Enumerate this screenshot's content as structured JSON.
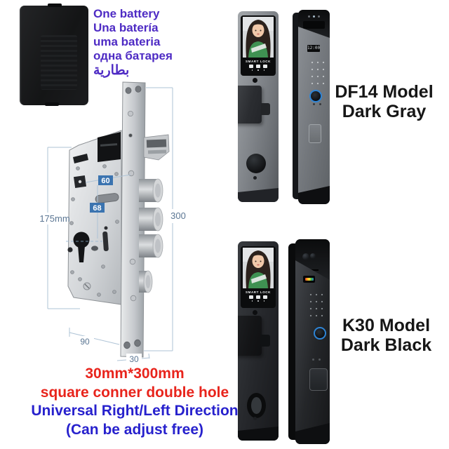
{
  "colors": {
    "battery_text": "#4e2bc4",
    "caption_red": "#e8241c",
    "caption_blue": "#2721cd",
    "dim_label_box": "#3b74b0",
    "dim_text": "#5b7693",
    "fingerprint_ring": "#2e84d5",
    "df14_body": "#74787d",
    "k30_body": "#242629"
  },
  "battery": {
    "lines": [
      "One battery",
      "Una batería",
      "uma bateria",
      "одна батарея",
      "بطارية"
    ]
  },
  "diagram": {
    "labels": {
      "backset": "60",
      "center_distance": "68",
      "body_height": "175mm",
      "faceplate_height": "300",
      "body_width": "90",
      "faceplate_width": "30"
    }
  },
  "caption": {
    "size": "30mm*300mm",
    "hole": "square conner double hole",
    "direction": "Universal Right/Left Direction",
    "adjust": "(Can be adjust free)"
  },
  "products": {
    "df14": {
      "title": "DF14 Model",
      "subtitle": "Dark Gray",
      "screen_brand": "SMART LOCK",
      "display_time": "12:00"
    },
    "k30": {
      "title": "K30 Model",
      "subtitle": "Dark Black",
      "screen_brand": "SMART LOCK"
    }
  }
}
